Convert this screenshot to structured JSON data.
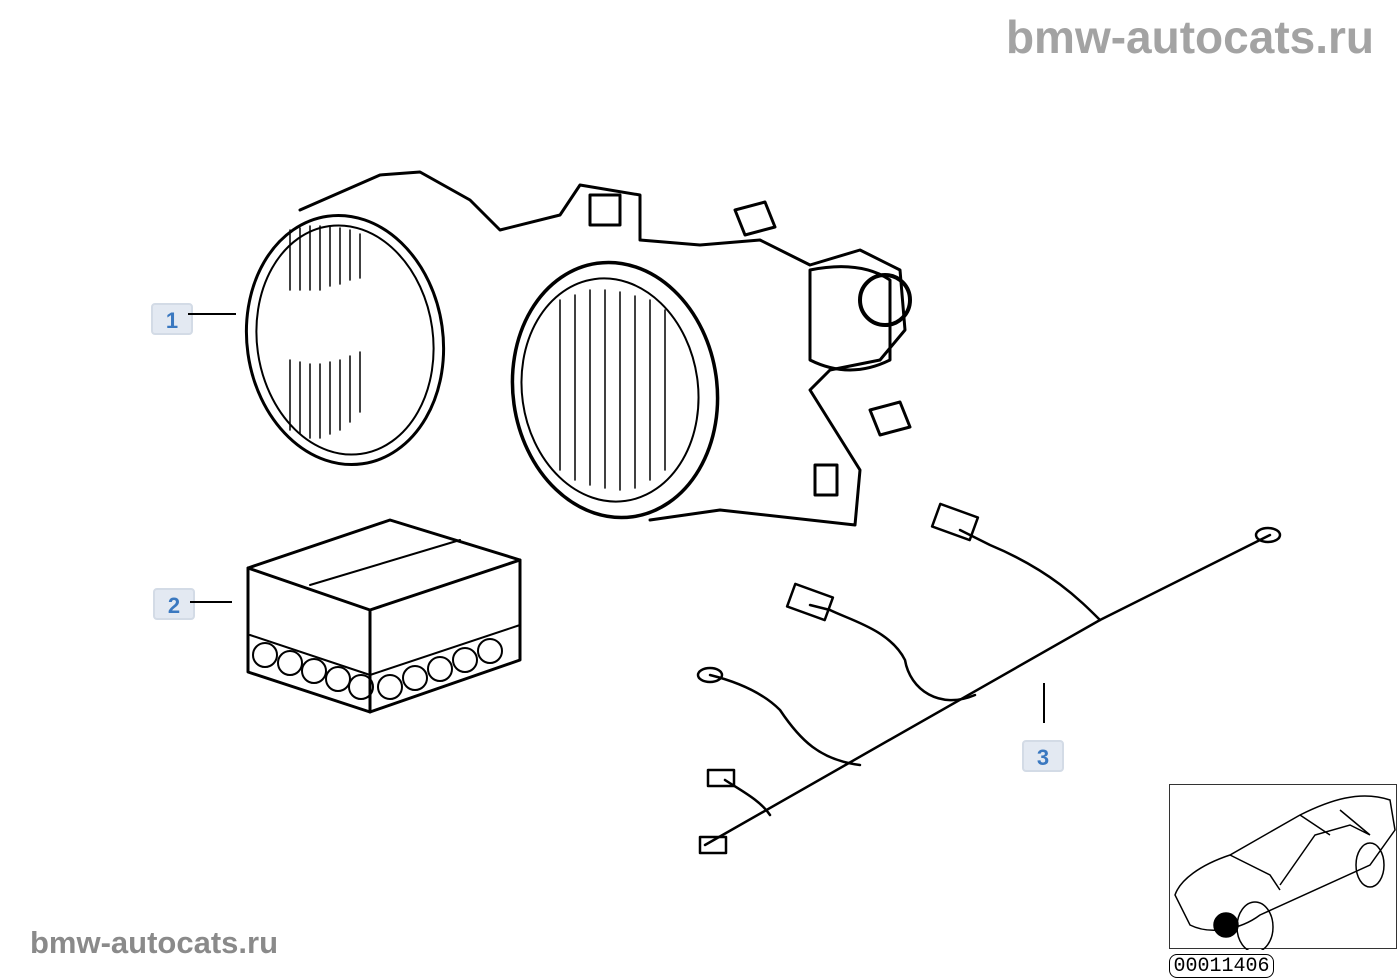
{
  "watermark": {
    "top": "bmw-autocats.ru",
    "bottom": "bmw-autocats.ru"
  },
  "callouts": [
    {
      "label": "1"
    },
    {
      "label": "2"
    },
    {
      "label": "3"
    }
  ],
  "diagram_number": "00011406",
  "accent_color": "#3a78c0"
}
